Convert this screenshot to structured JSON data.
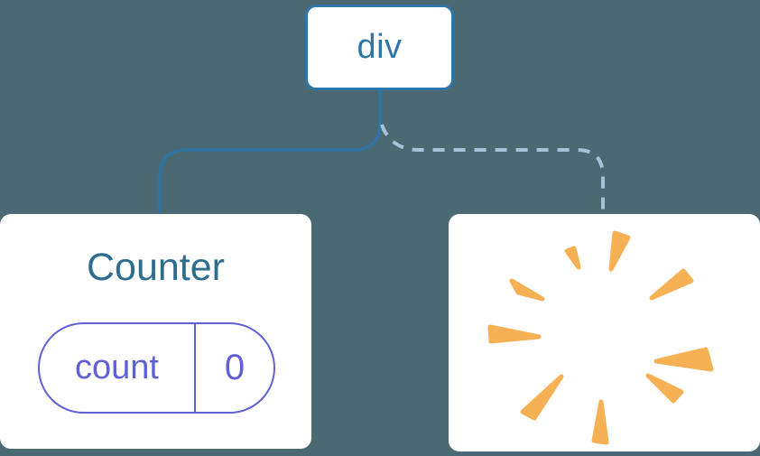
{
  "diagram": {
    "kind": "component-tree",
    "root_node": {
      "label": "div"
    },
    "counter_node": {
      "title": "Counter",
      "state": {
        "key": "count",
        "value": "0"
      }
    },
    "removed_node": {
      "icon": "poof-starburst-icon"
    },
    "colors": {
      "background": "#4b6972",
      "node_fill": "#ffffff",
      "root_accent": "#2e76a8",
      "solid_connector": "#2e75a4",
      "dashed_connector": "#a5c2d8",
      "counter_title": "#2d6e8e",
      "state_accent": "#6161d6",
      "poof": "#f7b155"
    }
  }
}
